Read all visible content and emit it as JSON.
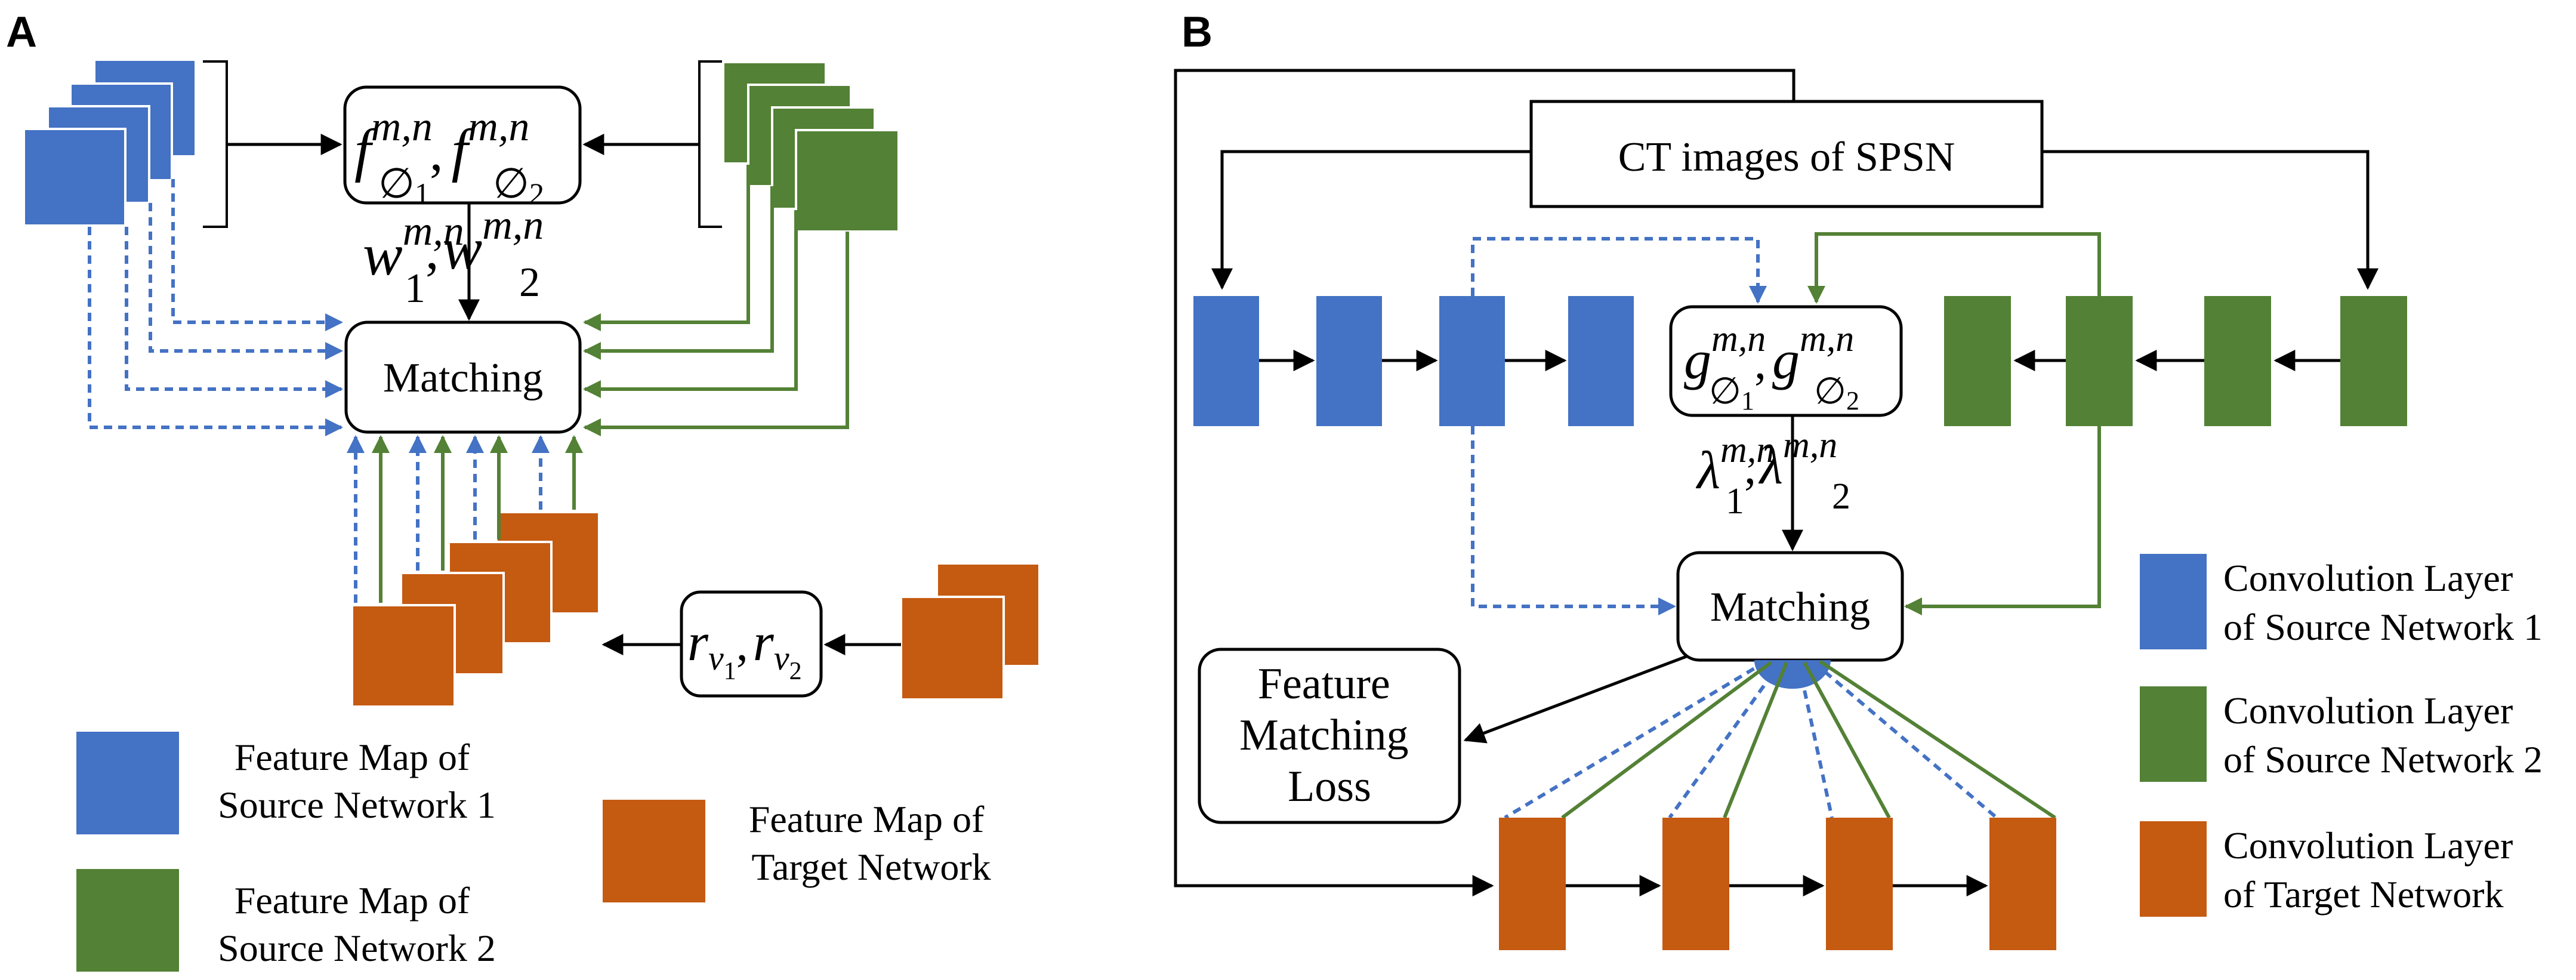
{
  "panels": {
    "a": {
      "letter": "A",
      "top_box": {
        "f": "f",
        "sup": "m,n",
        "sub1": "∅",
        "idx1": "1",
        "sub2": "∅",
        "idx2": "2",
        "sep": ","
      },
      "weights": {
        "w": "w",
        "sup": "m,n",
        "idx1": "1",
        "idx2": "2",
        "sep": ","
      },
      "matching_label": "Matching",
      "rv_box": {
        "r": "r",
        "v": "v",
        "idx1": "1",
        "idx2": "2",
        "sep": ","
      },
      "legend": {
        "source1": [
          "Feature Map of",
          "Source Network 1"
        ],
        "source2": [
          "Feature Map of",
          "Source Network 2"
        ],
        "target": [
          "Feature Map of",
          "Target Network"
        ]
      }
    },
    "b": {
      "letter": "B",
      "ct_label": "CT images of SPSN",
      "g_box": {
        "g": "g",
        "sup": "m,n",
        "sub": "∅",
        "idx1": "1",
        "idx2": "2",
        "sep": ","
      },
      "lambdas": {
        "l": "λ",
        "sup": "m,n",
        "idx1": "1",
        "idx2": "2",
        "sep": ","
      },
      "matching_label": "Matching",
      "loss_label": [
        "Feature",
        "Matching",
        "Loss"
      ],
      "legend": {
        "source1": [
          "Convolution Layer",
          "of Source Network 1"
        ],
        "source2": [
          "Convolution Layer",
          "of Source Network 2"
        ],
        "target": [
          "Convolution Layer",
          "of Target Network"
        ]
      }
    }
  },
  "colors": {
    "blue": "#4472c4",
    "green": "#538135",
    "orange": "#c55a11",
    "line": "#000000"
  }
}
